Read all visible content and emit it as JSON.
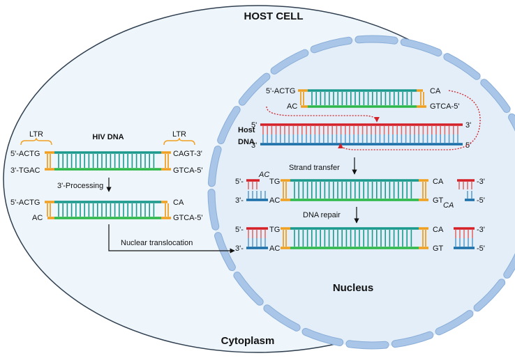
{
  "title": "HOST CELL",
  "cytoplasm_label": "Cytoplasm",
  "nucleus_label": "Nucleus",
  "hiv": {
    "title": "HIV DNA",
    "ltr_left": "LTR",
    "ltr_right": "LTR",
    "top_left": "5'-ACTG",
    "bottom_left": "3'-TGAC",
    "top_right": "CAGT-3'",
    "bottom_right": "GTCA-5'"
  },
  "processing_label": "3'-Processing",
  "processed": {
    "top_left": "5'-ACTG",
    "bottom_left": "AC",
    "top_right": "CA",
    "bottom_right": "GTCA-5'"
  },
  "translocation_label": "Nuclear translocation",
  "nuc_viral": {
    "top_left": "5'-ACTG",
    "bottom_left": "AC",
    "top_right": "CA",
    "bottom_right": "GTCA-5'"
  },
  "host_dna": {
    "label_line1": "Host",
    "label_line2": "DNA",
    "top_left": "5'",
    "bottom_left": "3'",
    "top_right": "3'",
    "bottom_right": "5'"
  },
  "strand_transfer": {
    "label": "Strand transfer",
    "left_top": "5'-",
    "left_bottom": "3'-",
    "ac_sub": "AC",
    "tg": "TG",
    "ac": "AC",
    "ca": "CA",
    "gt": "GT",
    "ca_sub": "CA",
    "right_top": "-3'",
    "right_bottom": "-5'"
  },
  "dna_repair": {
    "label": "DNA repair",
    "left_top": "5'-",
    "left_bottom": "3'-",
    "tg": "TG",
    "ac": "AC",
    "ca": "CA",
    "gt": "GT",
    "right_top": "-3'",
    "right_bottom": "-5'"
  },
  "colors": {
    "cell_fill": "#eef5fb",
    "membrane": "#2f3f4f",
    "nucleus_fill": "#e3eef8",
    "envelope": "#a9c6e8",
    "envelope_stroke": "#8aaed8",
    "green": "#2eb84a",
    "teal": "#1a9a8c",
    "orange": "#f0a020",
    "red": "#d62027",
    "blue": "#1b6fa8",
    "pink": "#e06a6a",
    "lightblue": "#5aa0cf",
    "dotted": "#e02020"
  }
}
